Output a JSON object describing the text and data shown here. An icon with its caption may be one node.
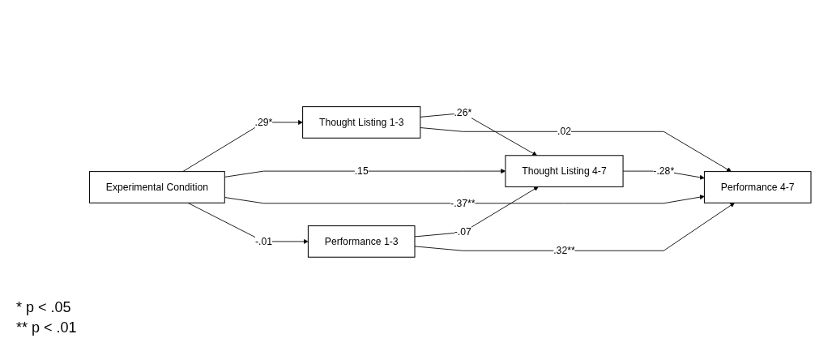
{
  "diagram": {
    "nodes": [
      {
        "text": [
          "Experimental Condition"
        ]
      },
      {
        "text": [
          "Thought Listing 1-3"
        ]
      },
      {
        "text": [
          "Thought Listing 4-7"
        ]
      },
      {
        "text": [
          "Performance 1-3"
        ]
      },
      {
        "text": [
          "Performance 4-7"
        ]
      }
    ],
    "edges": [
      {
        "from": 0,
        "to": 1,
        "arrow": "to",
        "label": ".29*"
      },
      {
        "from": 0,
        "to": 2,
        "arrow": "to",
        "label": ".15"
      },
      {
        "from": 0,
        "to": 4,
        "arrow": "to",
        "label": "-.37**"
      },
      {
        "from": 0,
        "to": 3,
        "arrow": "to",
        "label": "-.01"
      },
      {
        "from": 1,
        "to": 2,
        "arrow": "to",
        "label": ".26*"
      },
      {
        "from": 1,
        "to": 4,
        "arrow": "to",
        "label": ".02"
      },
      {
        "from": 3,
        "to": 2,
        "arrow": "to",
        "label": "-.07"
      },
      {
        "from": 3,
        "to": 4,
        "arrow": "to",
        "label": ".32**"
      },
      {
        "from": 2,
        "to": 4,
        "arrow": "to",
        "label": "-.28*"
      }
    ],
    "labels": [
      "* p < .05",
      "** p < .01"
    ]
  }
}
